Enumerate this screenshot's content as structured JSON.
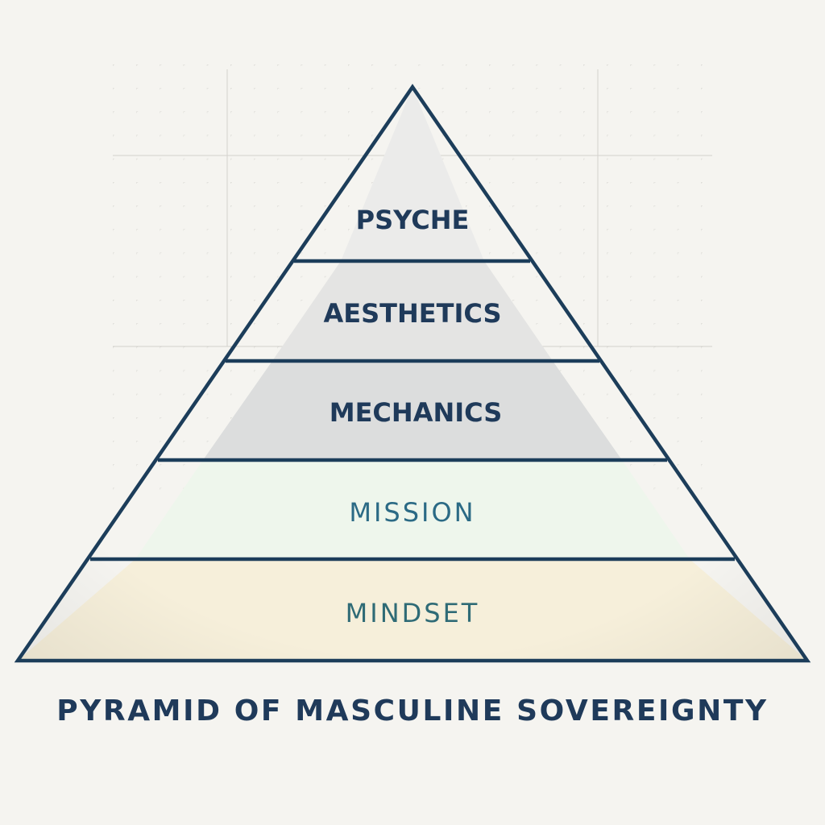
{
  "diagram": {
    "type": "pyramid",
    "title": "PYRAMID OF MASCULINE SOVEREIGNTY",
    "outline_color": "#1c3d5a",
    "background_color": "#f5f4f0",
    "layers_top_to_bottom": [
      {
        "label": "PSYCHE",
        "fill": "#ebebea",
        "text_color": "#1f3a5a"
      },
      {
        "label": "AESTHETICS",
        "fill": "#e4e4e3",
        "text_color": "#1f3a5a"
      },
      {
        "label": "MECHANICS",
        "fill": "#dcdddd",
        "text_color": "#1f3a5a"
      },
      {
        "label": "MISSION",
        "fill": "#eef6ec",
        "text_color": "#2b6a85"
      },
      {
        "label": "MINDSET",
        "fill": "#f6efda",
        "text_color": "#2f6b76"
      }
    ]
  }
}
